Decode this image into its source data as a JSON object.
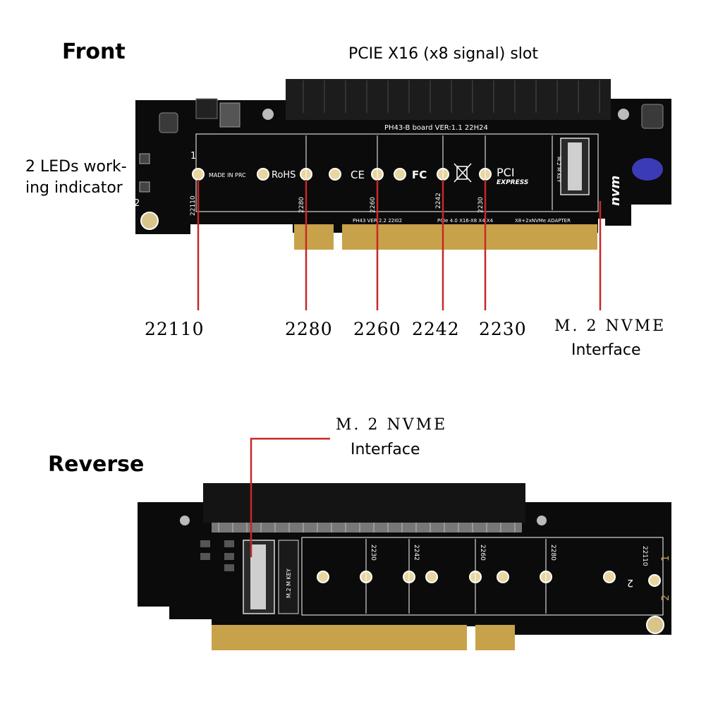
{
  "front": {
    "heading": "Front",
    "slot_label": "PCIE X16 (x8 signal) slot",
    "led_label_line1": "2 LEDs work-",
    "led_label_line2": "ing indicator",
    "board": {
      "model_text": "PH43-B board   VER:1.1   22H24",
      "made_in": "MADE IN PRC",
      "rohs": "RoHS",
      "ce": "CE",
      "fc": "FC",
      "pci_top": "PCI",
      "pci_bottom": "EXPRESS",
      "bottom_text_1": "PH43  VER:2.2  22I02",
      "bottom_text_2": "PCIe 4.0 X16-X8 X4 X4",
      "bottom_text_3": "X8+2xNVMe ADAPTER",
      "key_text": "M.2 M KEY",
      "nvme_logo": "nvm",
      "silk_22110": "22110",
      "silk_2280": "2280",
      "silk_2260": "2260",
      "silk_2242": "2242",
      "silk_2230": "2230",
      "silk_1": "1",
      "silk_2": "2"
    },
    "callouts": {
      "s22110": "22110",
      "s2280": "2280",
      "s2260": "2260",
      "s2242": "2242",
      "s2230": "2230",
      "m2_line1": "M. 2  NVME",
      "m2_line2": "Interface"
    }
  },
  "reverse": {
    "heading": "Reverse",
    "m2_line1": "M. 2  NVME",
    "m2_line2": "Interface",
    "board": {
      "silk_2230": "2230",
      "silk_2242": "2242",
      "silk_2260": "2260",
      "silk_2280": "2280",
      "silk_22110": "22110",
      "silk_1": "1",
      "silk_2": "2",
      "key_text": "M.2 M KEY"
    }
  },
  "colors": {
    "pcb": "#0b0b0b",
    "gold": "#c8a24a",
    "callout_red": "#c62828",
    "silk": "#ffffff"
  }
}
